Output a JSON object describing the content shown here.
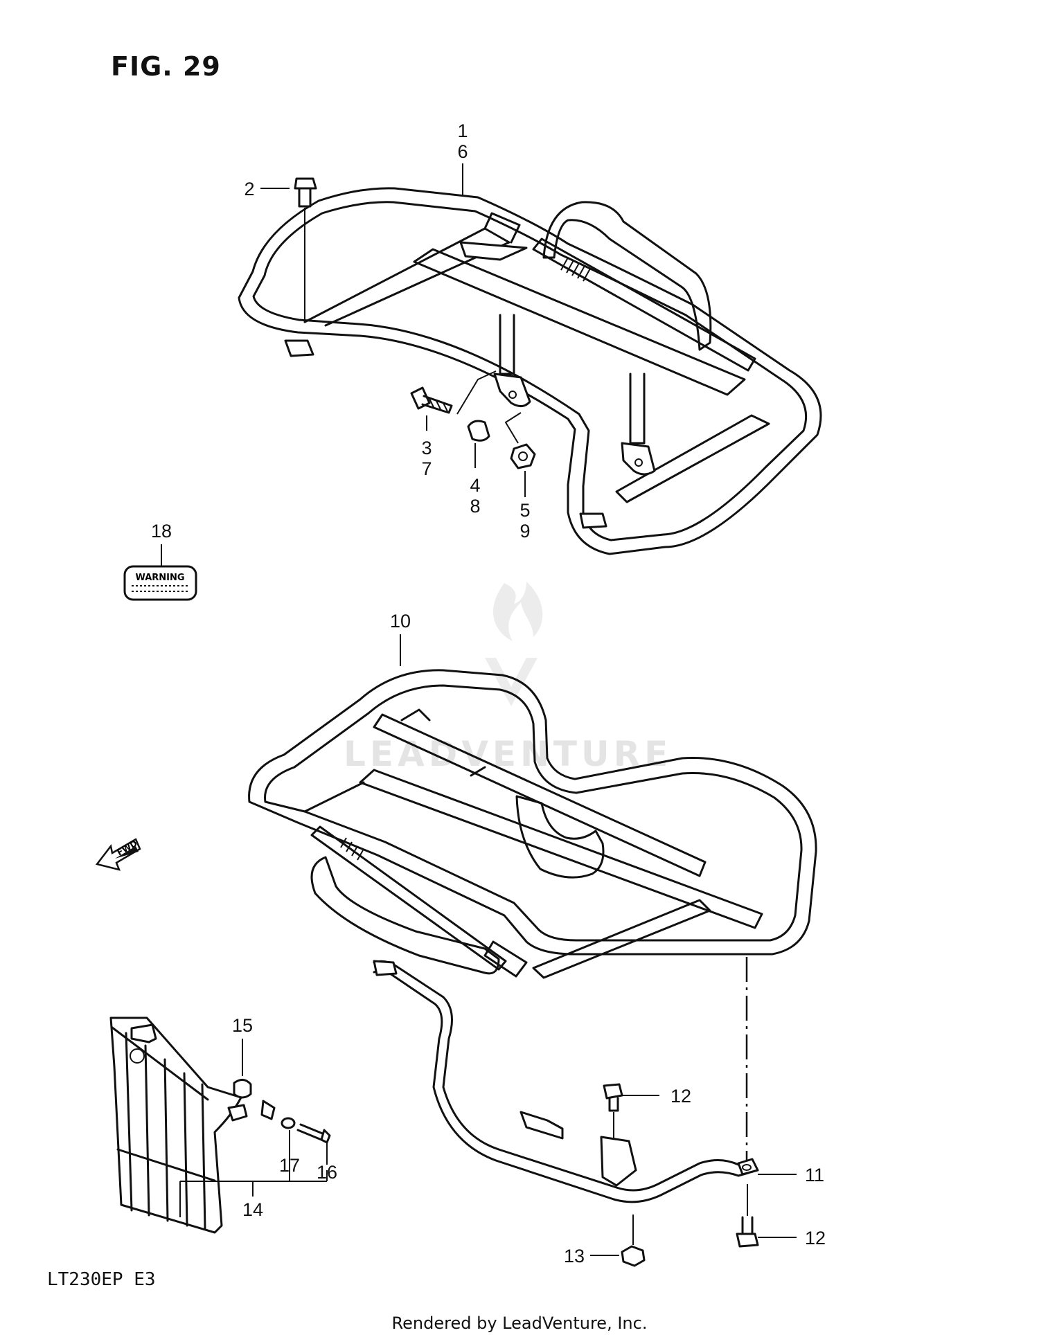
{
  "figure": {
    "title": "FIG. 29"
  },
  "model_code": "LT230EP  E3",
  "footer": "Rendered by LeadVenture, Inc.",
  "watermark": "LEADVENTURE",
  "decal": {
    "label": "WARNING"
  },
  "fwd_arrow": {
    "label": "FWD"
  },
  "callouts": {
    "c1": "1",
    "c6": "6",
    "c2": "2",
    "c3": "3",
    "c7": "7",
    "c4": "4",
    "c8": "8",
    "c5": "5",
    "c9": "9",
    "c18": "18",
    "c10": "10",
    "c15": "15",
    "c17": "17",
    "c16": "16",
    "c14": "14",
    "c12a": "12",
    "c11": "11",
    "c12b": "12",
    "c13": "13"
  }
}
